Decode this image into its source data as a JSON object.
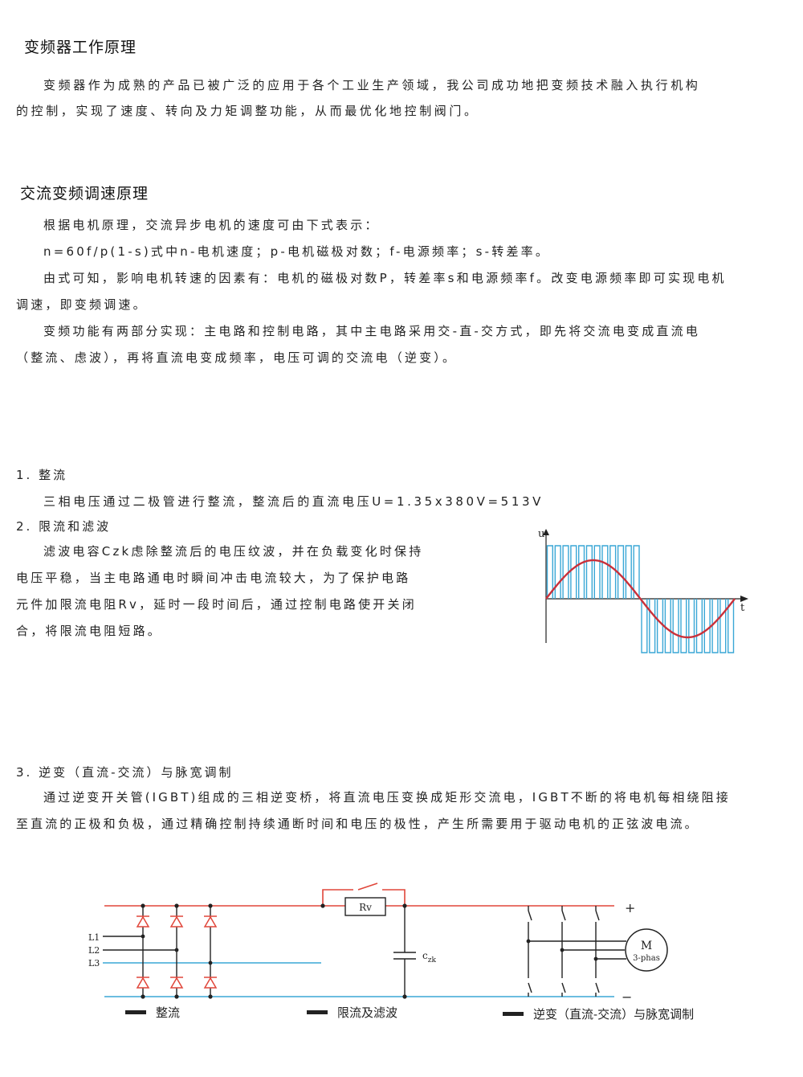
{
  "section1": {
    "title": "变频器工作原理",
    "lines": [
      "变频器作为成熟的产品已被广泛的应用于各个工业生产领域，我公司成功地把变频技术融入执行机构",
      "的控制，实现了速度、转向及力矩调整功能，从而最优化地控制阀门。"
    ]
  },
  "section2": {
    "title": "交流变频调速原理",
    "lines": [
      "根据电机原理，交流异步电机的速度可由下式表示：",
      "n=60f/p(1-s)式中n-电机速度；p-电机磁极对数；f-电源频率；s-转差率。",
      "由式可知，影响电机转速的因素有：电机的磁极对数P，转差率s和电源频率f。改变电源频率即可实现电机",
      "调速，即变频调速。",
      "变频功能有两部分实现：主电路和控制电路，其中主电路采用交-直-交方式，即先将交流电变成直流电",
      "（整流、虑波），再将直流电变成频率，电压可调的交流电（逆变）。"
    ]
  },
  "item1": {
    "title": "1. 整流",
    "text": "三相电压通过二极管进行整流，整流后的直流电压U=1.35x380V=513V"
  },
  "item2": {
    "title": "2. 限流和滤波",
    "lines": [
      "滤波电容Czk虑除整流后的电压纹波，并在负载变化时保持",
      "电压平稳，当主电路通电时瞬间冲击电流较大，为了保护电路",
      "元件加限流电阻Rv，延时一段时间后，通过控制电路使开关闭",
      "合，将限流电阻短路。"
    ]
  },
  "waveform": {
    "y_axis": "u",
    "x_axis": "t"
  },
  "item3": {
    "title": "3. 逆变（直流-交流）与脉宽调制",
    "lines": [
      "通过逆变开关管(IGBT)组成的三相逆变桥，将直流电压变换成矩形交流电，IGBT不断的将电机每相绕阻接",
      "至直流的正极和负极，通过精确控制持续通断时间和电压的极性，产生所需要用于驱动电机的正弦波电流。"
    ]
  },
  "circuit": {
    "inputs": [
      "L1",
      "L2",
      "L3"
    ],
    "resistor": "Rv",
    "capacitor": "c",
    "capacitor_sub": "zk",
    "plus": "+",
    "minus": "−",
    "motor": "M",
    "motor_sub": "3-phas",
    "legend": [
      "整流",
      "限流及滤波",
      "逆变（直流-交流）与脉宽调制"
    ],
    "colors": {
      "positive": "#e0463a",
      "negative": "#3aa7d6",
      "wire": "#222222"
    }
  }
}
